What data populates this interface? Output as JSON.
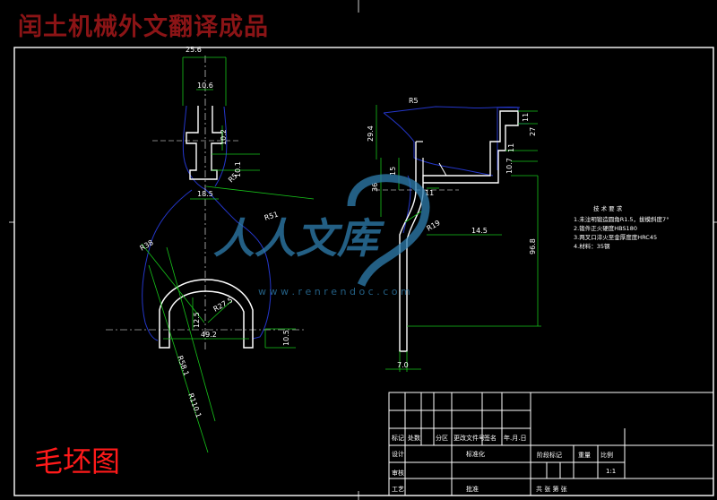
{
  "banner_title": "闰土机械外文翻译成品",
  "blank_label": "毛坯图",
  "watermark": {
    "name": "人人文库",
    "url": "w w w . r e n r e n d o c . c o m"
  },
  "tech_requirements": {
    "heading": "技 术 要 求",
    "items": [
      "1.未注明锻造圆角R1.5，拔模斜度7°",
      "2.锻件正火硬度HBS180",
      "3.两叉口淬火至金厚度度HRC45",
      "4.材料：35钢"
    ]
  },
  "front_view_dims": [
    "25.6",
    "10.6",
    "10.2",
    "10.1",
    "18.5",
    "R5",
    "R51",
    "R38",
    "R27.5",
    "12.5",
    "49.2",
    "R110.1",
    "R58.1",
    "10.5"
  ],
  "side_view_dims": [
    "R5",
    "29.4",
    "15",
    "36",
    "11",
    "R19",
    "14.5",
    "96.8",
    "11",
    "11",
    "27",
    "10.7",
    "7.0"
  ],
  "title_block": {
    "row1": [
      "标记",
      "处数",
      "分区",
      "更改文件号",
      "签名",
      "年.月.日"
    ],
    "row2": [
      "设计",
      "",
      "标准化"
    ],
    "row3": [
      "审核"
    ],
    "row4": [
      "工艺",
      "",
      "批准"
    ],
    "stage_headers": [
      "阶段标记",
      "重量",
      "比例"
    ],
    "scale": "1:1",
    "sheets": "共  张  第  张"
  },
  "colors": {
    "line": "#ffffff",
    "outline": "#2436c8",
    "dimension": "#17c41a",
    "banner": "#8b1416",
    "label": "#ff1a1a",
    "watermark": "#2f7fb0"
  }
}
